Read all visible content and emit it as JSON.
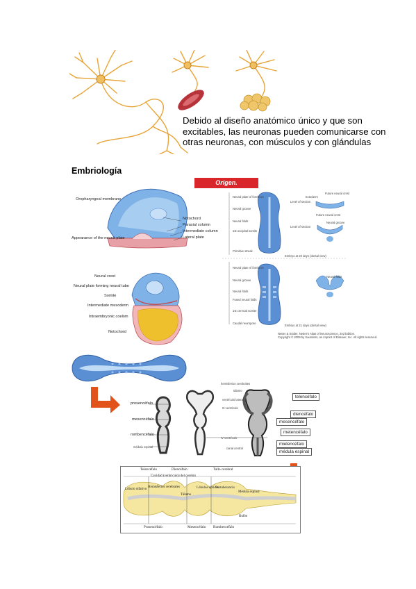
{
  "caption": "Debido al diseño anatómico único y que son excitables, las neuronas pueden comunicarse con otras neuronas, con músculos y con glándulas",
  "heading": "Embriología",
  "panel1": {
    "labels": [
      "Oropharyngeal membrane",
      "Notochord",
      "Paraxial column",
      "Intermediate column",
      "Lateral plate",
      "Appearance of the neural plate"
    ]
  },
  "panel2": {
    "labels": [
      "Neural crest",
      "Neural plate forming neural tube",
      "Somite",
      "Intermediate mesoderm",
      "Intraembryonic coelom",
      "Notochord"
    ]
  },
  "panel3": {
    "banner": "Origen.",
    "left_labels": [
      "Neural plate of forebrain",
      "Neural groove",
      "Neural folds",
      "1st occipital somite",
      "Primitive streak",
      "Neural plate of forebrain",
      "Neural groove",
      "Neural folds",
      "Fused neural folds",
      "1st cervical somite",
      "Caudal neuropore"
    ],
    "right_labels": [
      "Ectoderm",
      "Future neural crest",
      "Level of section",
      "Future neural crest",
      "Neural groove",
      "Neural folds",
      "Level of section"
    ],
    "stage1": "Embryo at 20 days (dorsal view)",
    "stage2": "Embryo at 21 days (dorsal view)",
    "credit1": "Netter & Snider, Netter's Atlas of Neuroscience, 2nd Edition.",
    "credit2": "Copyright © 2009 by Saunders, an imprint of Elsevier, Inc. All rights reserved."
  },
  "panel5": {
    "left_labels": [
      "prosencéfalo",
      "mesencéfalo",
      "rombencéfalo",
      "médula espinal"
    ],
    "mid_labels": [
      "hemisferios cerebrales",
      "tálamo",
      "ventrículo lateral",
      "III ventrículo",
      "IV ventrículo",
      "canal central"
    ],
    "boxes": [
      "telencéfalo",
      "diencéfalo",
      "mesencéfalo",
      "metencéfalo",
      "mielencéfalo",
      "médula espinal"
    ]
  },
  "panel4": {
    "top": [
      "Telencéfalo",
      "Diencéfalo",
      "Tallo cerebral"
    ],
    "labels": [
      "Cavidad (ventrículo) del cerebro",
      "Hemisferios cerebrales",
      "Lóbulo olfativo",
      "Tálamo",
      "Lóbulos ópticos",
      "Protuberancia",
      "Médula espinal",
      "Bulbo"
    ],
    "bottom": [
      "Prosencéfalo",
      "Mesencéfalo",
      "Rombencéfalo"
    ]
  },
  "colors": {
    "neuron": "#e8a436",
    "embryo_blue": "#5b8fd4",
    "accent_red": "#d8262b",
    "arrow_orange": "#e2531b",
    "yolk": "#efc02e"
  }
}
